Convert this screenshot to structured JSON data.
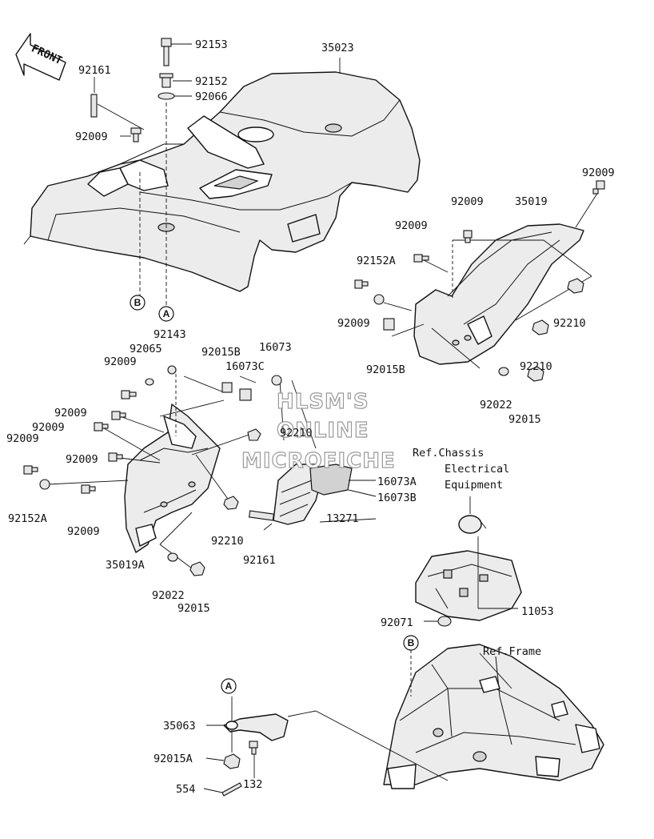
{
  "front_label": "FRONT",
  "watermark": [
    "HLSM'S",
    "ONLINE",
    "MICROFICHE"
  ],
  "markers": {
    "a": "A",
    "b": "B"
  },
  "parts": {
    "p92153": "92153",
    "p35023": "35023",
    "p92161_top": "92161",
    "p92152": "92152",
    "p92066": "92066",
    "p92009_top": "92009",
    "p92009_r1": "92009",
    "p35019": "35019",
    "p92009_r2": "92009",
    "p92009_r3": "92009",
    "p92152A_r": "92152A",
    "p92009_r4": "92009",
    "p92210_r1": "92210",
    "p92015B_r": "92015B",
    "p92210_r2": "92210",
    "p92022_r": "92022",
    "p92015_r": "92015",
    "p92143": "92143",
    "p92065": "92065",
    "p92009_m1": "92009",
    "p92015B_m": "92015B",
    "p16073": "16073",
    "p16073C": "16073C",
    "p92009_m2": "92009",
    "p92009_m3": "92009",
    "p92009_m4": "92009",
    "p92009_m5": "92009",
    "p92210_m1": "92210",
    "p16073A": "16073A",
    "p16073B": "16073B",
    "p92152A_l": "92152A",
    "p92009_m6": "92009",
    "p13271": "13271",
    "p92210_m2": "92210",
    "p92161_m": "92161",
    "p35019A": "35019A",
    "p92022_m": "92022",
    "p92015_m": "92015",
    "p11053": "11053",
    "p92071": "92071",
    "p35063": "35063",
    "p92015A": "92015A",
    "p554": "554",
    "p132": "132"
  },
  "references": {
    "chassis_electrical": [
      "Ref.Chassis",
      "Electrical",
      "Equipment"
    ],
    "frame": "Ref.Frame"
  }
}
